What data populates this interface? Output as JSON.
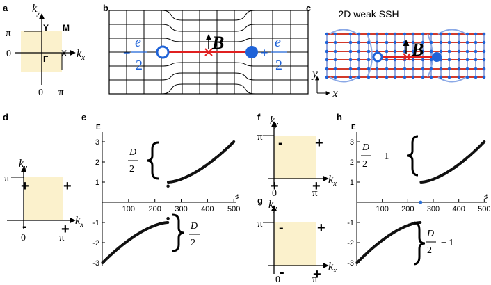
{
  "panels": {
    "a": {
      "label": "a",
      "ky": "k",
      "ky_sub": "y",
      "kx": "k",
      "kx_sub": "x",
      "pi_y": "π",
      "zero_y": "0",
      "zero_x": "0",
      "pi_x": "π",
      "Y": "Y",
      "M": "M",
      "Gamma": "Γ",
      "X": "X"
    },
    "b": {
      "label": "b",
      "charge_num": "e",
      "charge_den": "2",
      "minus": "−",
      "plus": "+",
      "field": "B"
    },
    "c": {
      "label": "c",
      "title": "2D weak SSH",
      "field": "B",
      "axis_y": "y",
      "axis_x": "x"
    },
    "d": {
      "label": "d",
      "ky": "k",
      "ky_sub": "y",
      "kx": "k",
      "kx_sub": "x",
      "pi_y": "π",
      "zero_x": "0",
      "pi_x": "π",
      "signs": {
        "tl": "+",
        "tr": "+",
        "bl": "-",
        "br": "+"
      }
    },
    "e": {
      "label": "e",
      "ylabel": "E",
      "xlabel": "♯",
      "brace_top_num": "D",
      "brace_top_den": "2",
      "brace_bot_num": "D",
      "brace_bot_den": "2"
    },
    "f": {
      "label": "f",
      "ky": "k",
      "ky_sub": "y",
      "kx": "k",
      "kx_sub": "x",
      "pi_y": "π",
      "zero_x": "0",
      "pi_x": "π",
      "signs": {
        "tl": "-",
        "tr": "+",
        "bl": "+",
        "br": "+"
      }
    },
    "g": {
      "label": "g",
      "ky": "k",
      "ky_sub": "y",
      "kx": "k",
      "kx_sub": "x",
      "pi_y": "π",
      "zero_x": "0",
      "pi_x": "π",
      "signs": {
        "tl": "-",
        "tr": "+",
        "bl": "-",
        "br": "+"
      }
    },
    "h": {
      "label": "h",
      "ylabel": "E",
      "xlabel": "♯",
      "brace_top_num": "D",
      "brace_top_den": "2",
      "brace_top_suffix": "− 1",
      "brace_bot_num": "D",
      "brace_bot_den": "2",
      "brace_bot_suffix": "− 1"
    }
  },
  "chart_data": [
    {
      "type": "scatter",
      "panel": "e",
      "xlim": [
        0,
        510
      ],
      "ylim": [
        -3,
        3
      ],
      "xticks": [
        "100",
        "200",
        "300",
        "400",
        "500"
      ],
      "yticks": [
        "3",
        "2",
        "1",
        "-1",
        "-2",
        "-3"
      ],
      "upper": {
        "x_start": 251,
        "x_end": 500,
        "y_start": 1.0,
        "y_end": 3.0
      },
      "lower": {
        "x_start": 1,
        "x_end": 249,
        "y_start": -3.0,
        "y_end": -1.0
      },
      "isolated": [
        {
          "x": 250,
          "y": 0.8
        },
        {
          "x": 250,
          "y": -0.8
        }
      ],
      "colors": {
        "points": "#111111"
      }
    },
    {
      "type": "scatter",
      "panel": "h",
      "xlim": [
        0,
        510
      ],
      "ylim": [
        -3,
        3
      ],
      "xticks": [
        "100",
        "200",
        "300",
        "400",
        "500"
      ],
      "yticks": [
        "3",
        "2",
        "1",
        "-1",
        "-2",
        "-3"
      ],
      "upper": {
        "x_start": 252,
        "x_end": 500,
        "y_start": 1.0,
        "y_end": 3.0
      },
      "lower": {
        "x_start": 1,
        "x_end": 249,
        "y_start": -3.0,
        "y_end": -1.0
      },
      "zero_modes": [
        {
          "x": 250,
          "y": 0.0
        },
        {
          "x": 251,
          "y": 0.0
        }
      ],
      "colors": {
        "points": "#111111",
        "zero_modes": "#2a6fd6"
      }
    }
  ],
  "colors": {
    "blue": "#1f63d8",
    "red": "#e02020",
    "bz_fill": "#fbf1cc",
    "bond_red": "#d23a2a",
    "bond_blue": "#8aa8e6"
  }
}
